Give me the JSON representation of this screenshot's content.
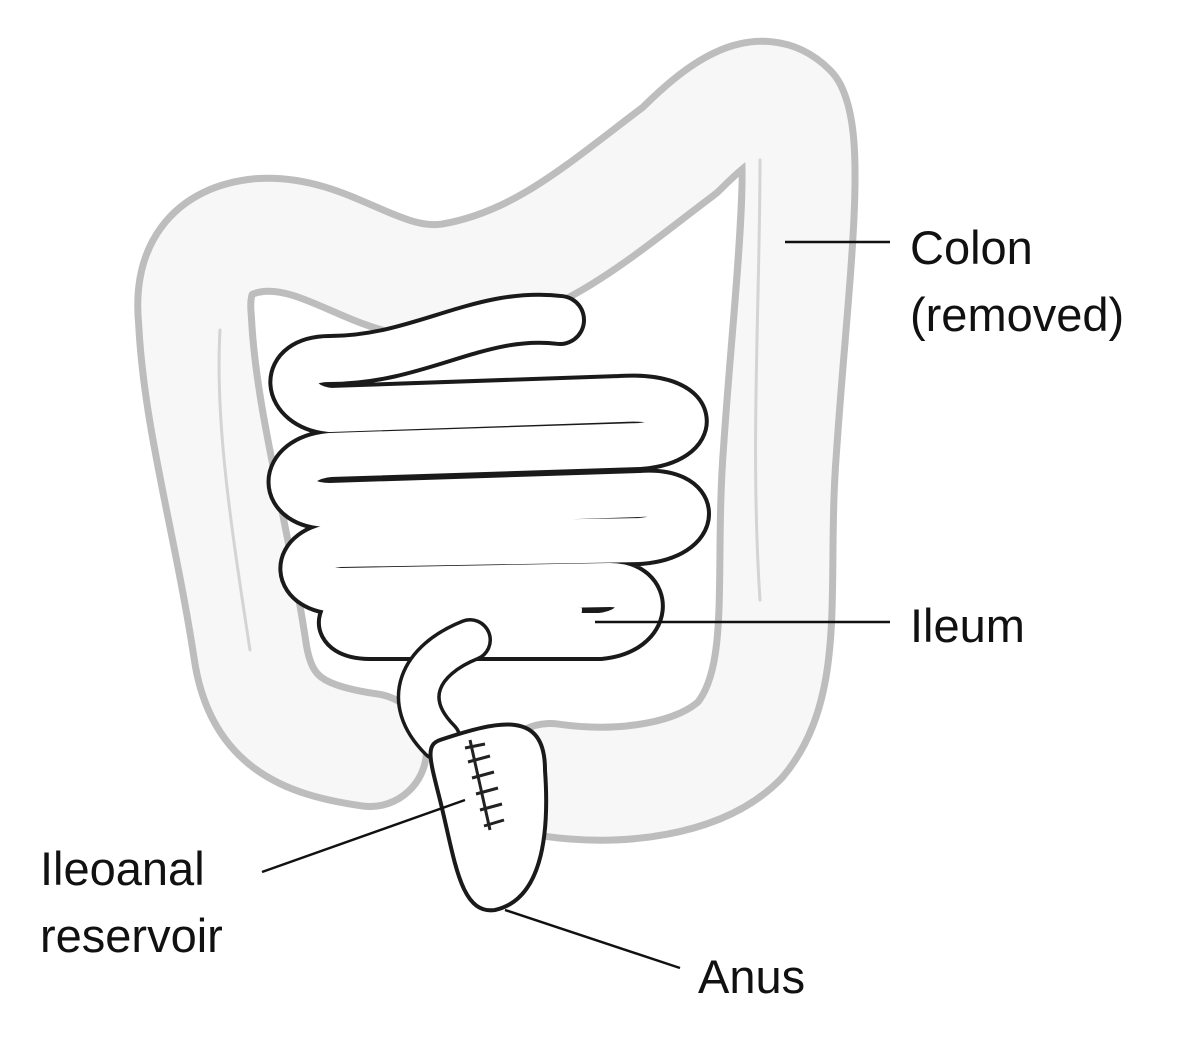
{
  "labels": {
    "colon_line1": "Colon",
    "colon_line2": "(removed)",
    "ileum": "Ileum",
    "reservoir_line1": "Ileoanal",
    "reservoir_line2": "reservoir",
    "anus": "Anus"
  },
  "colors": {
    "colon_outline": "#b8b8b8",
    "intestine_outline": "#1a1a1a",
    "leader_line": "#111111"
  }
}
